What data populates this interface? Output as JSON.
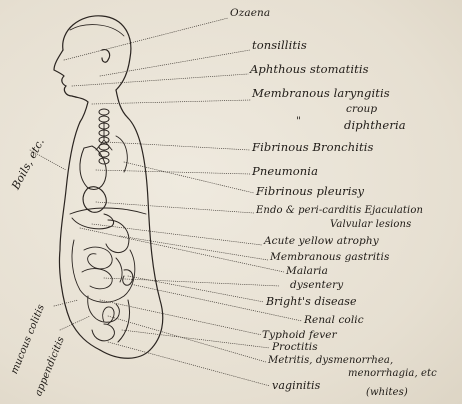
{
  "labels": {
    "ozaena": "Ozaena",
    "tonsillitis": "tonsillitis",
    "aphthous_stomatitis": "Aphthous stomatitis",
    "membranous_laryngitis": "Membranous laryngitis",
    "croup": "croup",
    "ditto_mark": "\"",
    "diphtheria": "diphtheria",
    "fibrinous_bronchitis": "Fibrinous Bronchitis",
    "pneumonia": "Pneumonia",
    "fibrinous_pleurisy": "Fibrinous pleurisy",
    "endo_pericarditis": "Endo & peri-carditis Ejaculation",
    "valvular_lesions": "Valvular lesions",
    "acute_yellow_atrophy": "Acute yellow atrophy",
    "membranous_gastritis": "Membranous gastritis",
    "malaria": "Malaria",
    "dysentery": "dysentery",
    "brights_disease": "Bright's disease",
    "renal_colic": "Renal colic",
    "typhoid_fever": "Typhoid fever",
    "proctitis": "Proctitis",
    "metritis": "Metritis, dysmenorrhea,",
    "menorrhagia": "menorrhagia, etc",
    "vaginitis": "vaginitis",
    "whites": "(whites)",
    "boils": "Boils, etc.",
    "mucous_colitis": "mucous colitis",
    "appendicitis": "appendicitis"
  }
}
